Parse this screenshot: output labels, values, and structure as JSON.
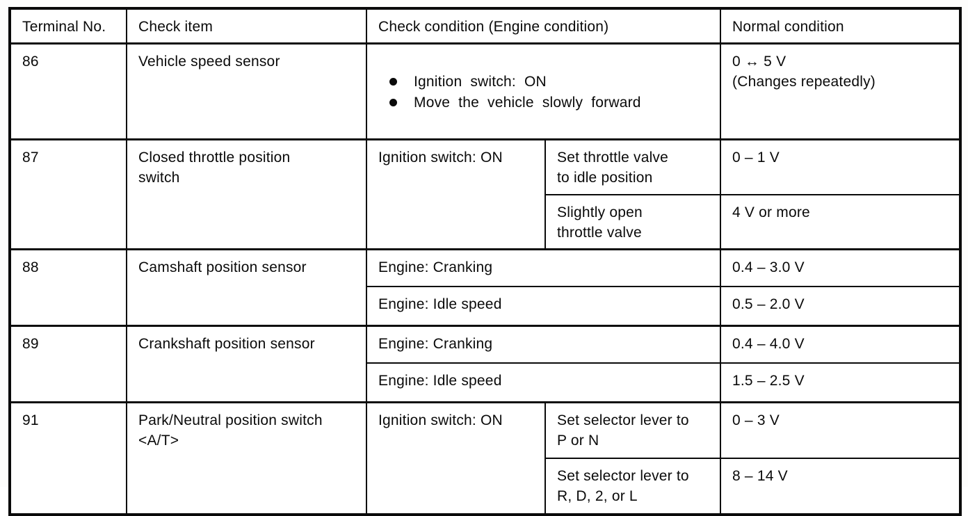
{
  "header": {
    "terminal_no": "Terminal No.",
    "check_item": "Check item",
    "check_condition": "Check condition (Engine condition)",
    "normal_condition": "Normal condition"
  },
  "rows": {
    "r86": {
      "terminal": "86",
      "check_item": "Vehicle speed sensor",
      "bullets": [
        "Ignition switch: ON",
        "Move the vehicle slowly forward"
      ],
      "normal": "0 ↔ 5 V\n(Changes repeatedly)"
    },
    "r87": {
      "terminal": "87",
      "check_item": "Closed throttle position\nswitch",
      "base_condition": "Ignition switch: ON",
      "sub": [
        {
          "condition": "Set throttle valve\nto idle position",
          "normal": "0 – 1 V"
        },
        {
          "condition": "Slightly open\nthrottle valve",
          "normal": "4 V or more"
        }
      ]
    },
    "r88": {
      "terminal": "88",
      "check_item": "Camshaft position sensor",
      "sub": [
        {
          "condition": "Engine: Cranking",
          "normal": "0.4 – 3.0 V"
        },
        {
          "condition": "Engine: Idle speed",
          "normal": "0.5 – 2.0 V"
        }
      ]
    },
    "r89": {
      "terminal": "89",
      "check_item": "Crankshaft position sensor",
      "sub": [
        {
          "condition": "Engine: Cranking",
          "normal": "0.4 – 4.0 V"
        },
        {
          "condition": "Engine: Idle speed",
          "normal": "1.5 – 2.5 V"
        }
      ]
    },
    "r91": {
      "terminal": "91",
      "check_item": "Park/Neutral position switch\n<A/T>",
      "base_condition": "Ignition switch: ON",
      "sub": [
        {
          "condition": "Set selector lever to\nP or N",
          "normal": "0 – 3 V"
        },
        {
          "condition": "Set selector lever to\nR, D, 2, or L",
          "normal": "8 – 14 V"
        }
      ]
    }
  }
}
